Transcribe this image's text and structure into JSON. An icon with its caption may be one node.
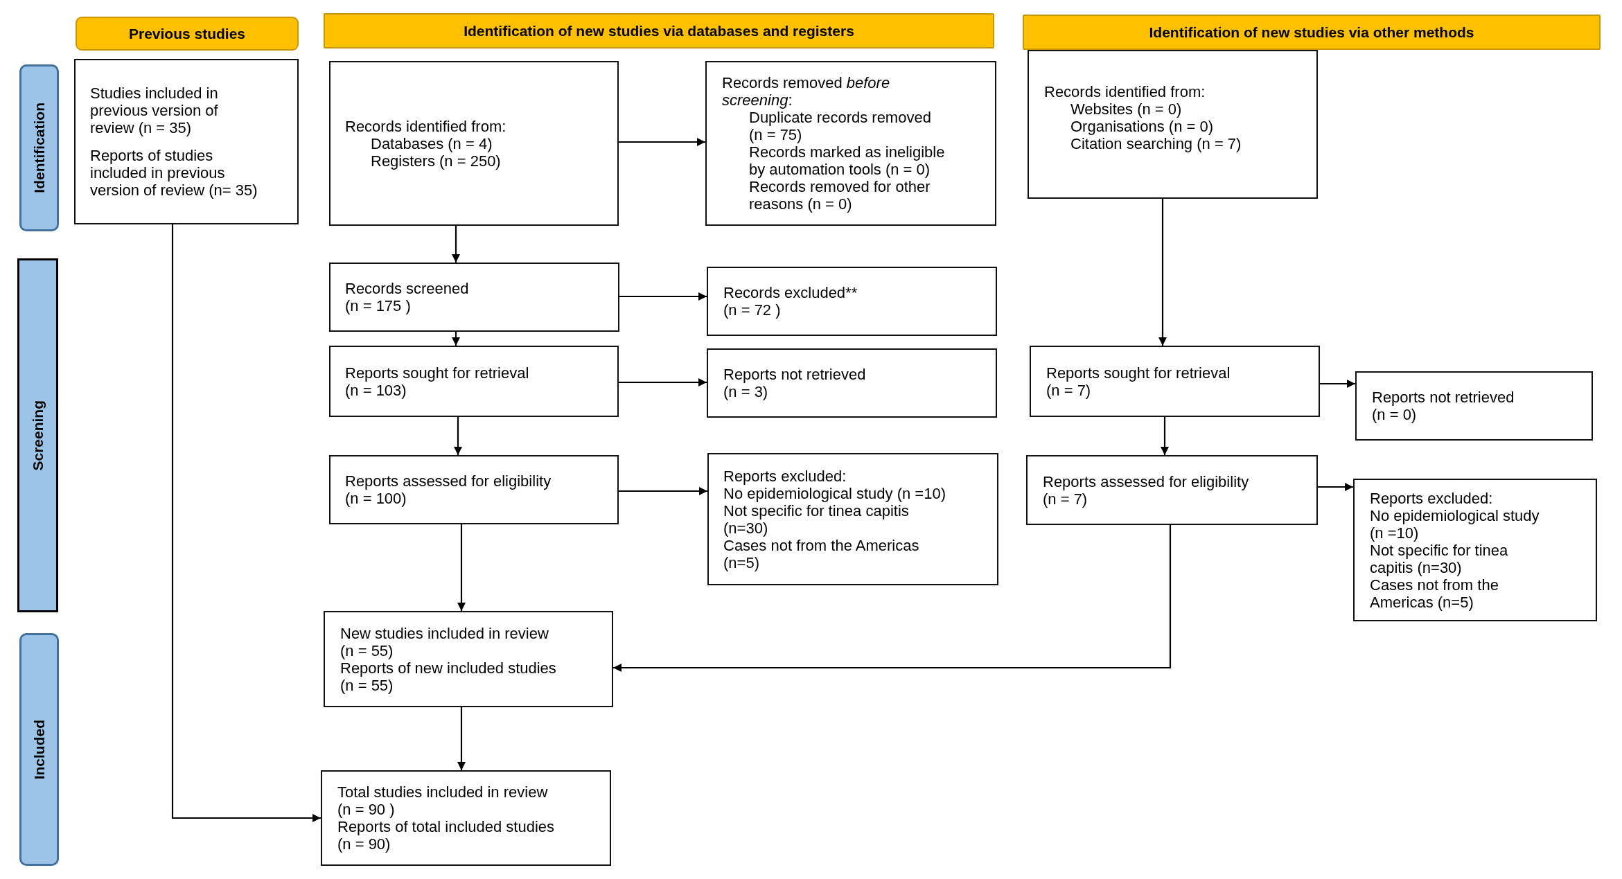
{
  "diagram": {
    "nodes": [
      {
        "text": [
          "Previous studies"
        ]
      },
      {
        "text": [
          "Identification of new studies via databases and registers"
        ]
      },
      {
        "text": [
          "Identification of new studies via other methods"
        ]
      },
      {
        "text": [
          "Identification"
        ]
      },
      {
        "text": [
          "Studies included in previous version of review (n = 35)",
          "Reports of studies included in previous version of review (n= 35)"
        ]
      },
      {
        "text": [
          "Records identified from:",
          "Databases (n = 4)",
          "Registers (n = 250)"
        ]
      },
      {
        "text": [
          "Records removed *before screening*:",
          "Duplicate records removed (n = 75)",
          "Records marked as ineligible by automation tools (n = 0)",
          "Records removed for other reasons (n = 0)"
        ]
      },
      {
        "text": [
          "Records identified from:",
          "Websites (n = 0)",
          "Organisations (n = 0)",
          "Citation searching (n = 7)"
        ]
      },
      {
        "text": [
          "Screening"
        ]
      },
      {
        "text": [
          "Records screened (n = 175 )"
        ]
      },
      {
        "text": [
          "Records excluded** (n = 72 )"
        ]
      },
      {
        "text": [
          "Reports sought for retrieval (n = 103)"
        ]
      },
      {
        "text": [
          "Reports not retrieved (n = 3)"
        ]
      },
      {
        "text": [
          "Reports sought for retrieval (n = 7)"
        ]
      },
      {
        "text": [
          "Reports not retrieved (n = 0)"
        ]
      },
      {
        "text": [
          "Reports assessed for eligibility (n = 100)"
        ]
      },
      {
        "text": [
          "Reports excluded:",
          "No epidemiological study (n =10)",
          "Not specific for tinea capitis (n=30)",
          "Cases not from the Americas (n=5)"
        ]
      },
      {
        "text": [
          "Reports assessed for eligibility (n = 7)"
        ]
      },
      {
        "text": [
          "Reports excluded:",
          "No epidemiological study (n =10)",
          "Not specific for tinea capitis (n=30)",
          "Cases not from the Americas (n=5)"
        ]
      },
      {
        "text": [
          "Included"
        ]
      },
      {
        "text": [
          "New studies included in review (n = 55)",
          "Reports of new included studies (n = 55)"
        ]
      },
      {
        "text": [
          "Total studies included in review (n = 90 )",
          "Reports of total included studies (n = 90)"
        ]
      }
    ],
    "edges": [
      {
        "from": 4,
        "to": 21,
        "arrow": "to"
      },
      {
        "from": 5,
        "to": 6,
        "arrow": "to"
      },
      {
        "from": 5,
        "to": 9,
        "arrow": "to"
      },
      {
        "from": 7,
        "to": 13,
        "arrow": "to"
      },
      {
        "from": 9,
        "to": 10,
        "arrow": "to"
      },
      {
        "from": 9,
        "to": 11,
        "arrow": "to"
      },
      {
        "from": 11,
        "to": 12,
        "arrow": "to"
      },
      {
        "from": 11,
        "to": 15,
        "arrow": "to"
      },
      {
        "from": 13,
        "to": 14,
        "arrow": "to"
      },
      {
        "from": 13,
        "to": 17,
        "arrow": "to"
      },
      {
        "from": 15,
        "to": 16,
        "arrow": "to"
      },
      {
        "from": 15,
        "to": 20,
        "arrow": "to"
      },
      {
        "from": 17,
        "to": 18,
        "arrow": "to"
      },
      {
        "from": 17,
        "to": 20,
        "arrow": "to"
      },
      {
        "from": 20,
        "to": 21,
        "arrow": "to"
      }
    ]
  }
}
